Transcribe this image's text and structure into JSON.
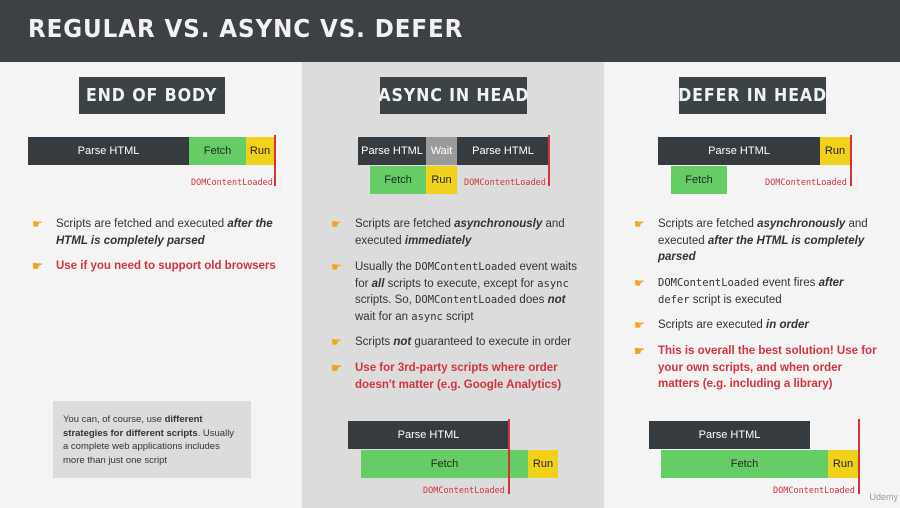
{
  "title": "REGULAR VS. ASYNC VS. DEFER",
  "columns": {
    "end_of_body": {
      "header": "END OF BODY",
      "parse": "Parse HTML",
      "fetch": "Fetch",
      "run": "Run",
      "dcl": "DOMContentLoaded",
      "bullet1_a": "Scripts are fetched and executed ",
      "bullet1_b": "after the HTML is completely parsed",
      "bullet2": "Use if you need to support old browsers",
      "note_a": "You can, of course, use ",
      "note_b": "different strategies for different scripts",
      "note_c": ". Usually a complete web applications includes more than just one script"
    },
    "async_in_head": {
      "header": "ASYNC IN HEAD",
      "parse1": "Parse HTML",
      "wait": "Wait",
      "parse2": "Parse HTML",
      "fetch": "Fetch",
      "run": "Run",
      "dcl": "DOMContentLoaded",
      "b1_a": "Scripts are fetched ",
      "b1_b": "asynchronously",
      "b1_c": " and executed ",
      "b1_d": "immediately",
      "b2_a": "Usually the ",
      "b2_code1": "DOMContentLoaded",
      "b2_b": " event waits for ",
      "b2_c": "all",
      "b2_d": " scripts to execute, except for ",
      "b2_code2": "async",
      "b2_e": " scripts. So, ",
      "b2_code3": "DOMContentLoaded",
      "b2_f": " does ",
      "b2_g": "not",
      "b2_h": " wait for an ",
      "b2_code4": "async",
      "b2_i": " script",
      "b3_a": "Scripts ",
      "b3_b": "not",
      "b3_c": " guaranteed to execute in order",
      "b4": "Use for 3rd-party scripts where order doesn't matter (e.g. Google Analytics)",
      "bottom_parse": "Parse HTML",
      "bottom_fetch": "Fetch",
      "bottom_run": "Run",
      "bottom_dcl": "DOMContentLoaded"
    },
    "defer_in_head": {
      "header": "DEFER IN HEAD",
      "parse": "Parse HTML",
      "run": "Run",
      "fetch": "Fetch",
      "dcl": "DOMContentLoaded",
      "b1_a": "Scripts are fetched ",
      "b1_b": "asynchronously",
      "b1_c": " and executed ",
      "b1_d": "after the HTML is completely parsed",
      "b2_code1": "DOMContentLoaded",
      "b2_a": " event fires ",
      "b2_b": "after",
      "b2_code2": "defer",
      "b2_c": " script is executed",
      "b3_a": "Scripts are executed ",
      "b3_b": "in order",
      "b4": "This is overall the best solution! Use for your own scripts, and when order matters (e.g. including a library)",
      "bottom_parse": "Parse HTML",
      "bottom_fetch": "Fetch",
      "bottom_run": "Run",
      "bottom_dcl": "DOMContentLoaded"
    }
  },
  "watermark": "Udemy",
  "bullet_icon": "pointing-hand-icon",
  "colors": {
    "accent_red": "#d2333d",
    "fetch_green": "#66cc66",
    "run_yellow": "#f0d21c",
    "parse_dark": "#353b3f",
    "bullet_orange": "#f0a51c"
  }
}
